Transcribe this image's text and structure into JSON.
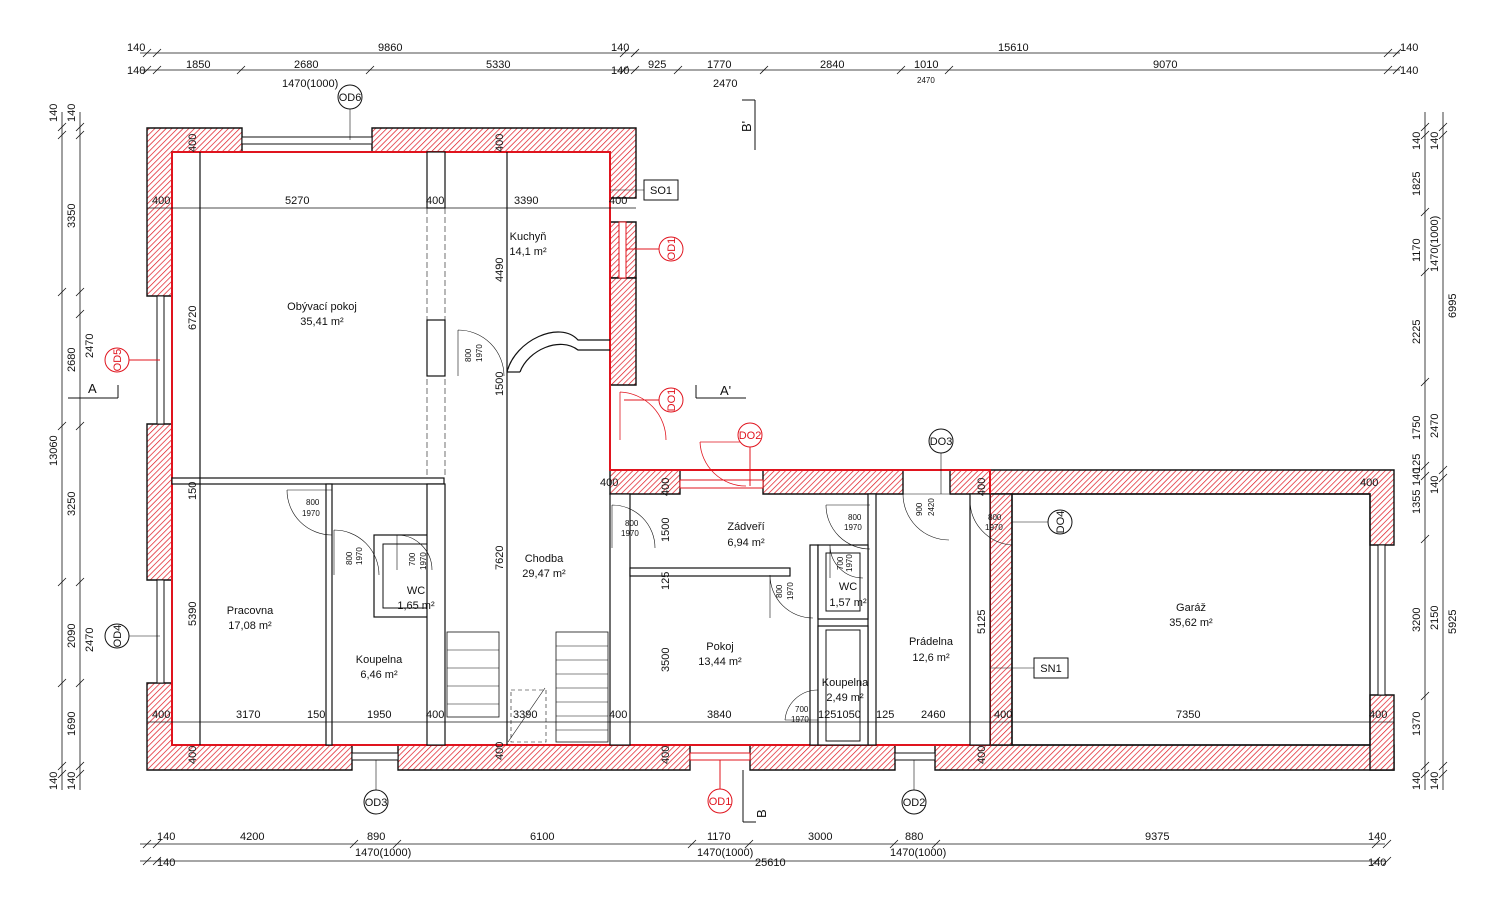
{
  "top_dims": {
    "row1": [
      {
        "t": "140"
      },
      {
        "t": "9860"
      },
      {
        "t": "140"
      },
      {
        "t": "15610"
      },
      {
        "t": "140"
      }
    ],
    "row2": [
      {
        "t": "140"
      },
      {
        "t": "1850"
      },
      {
        "t": "2680"
      },
      {
        "t": "5330"
      },
      {
        "t": "140"
      },
      {
        "t": "925"
      },
      {
        "t": "1770"
      },
      {
        "t": "2840"
      },
      {
        "t": "1010"
      },
      {
        "t": "9070"
      },
      {
        "t": "140"
      }
    ],
    "sub": [
      {
        "t": "1470(1000)"
      },
      {
        "t": "2470"
      },
      {
        "t": "2470"
      }
    ]
  },
  "bottom_dims": {
    "row1": [
      {
        "t": "140"
      },
      {
        "t": "4200"
      },
      {
        "t": "890"
      },
      {
        "t": "6100"
      },
      {
        "t": "1170"
      },
      {
        "t": "3000"
      },
      {
        "t": "880"
      },
      {
        "t": "9375"
      },
      {
        "t": "140"
      }
    ],
    "sub": [
      {
        "t": "1470(1000)"
      },
      {
        "t": "1470(1000)"
      },
      {
        "t": "1470(1000)"
      }
    ],
    "row2": [
      {
        "t": "140"
      },
      {
        "t": "25610"
      },
      {
        "t": "140"
      }
    ]
  },
  "left_dims": [
    {
      "t": "140"
    },
    {
      "t": "140"
    },
    {
      "t": "3350"
    },
    {
      "t": "2680"
    },
    {
      "t": "2470"
    },
    {
      "t": "13060"
    },
    {
      "t": "3250"
    },
    {
      "t": "2090"
    },
    {
      "t": "2470"
    },
    {
      "t": "1690"
    },
    {
      "t": "140"
    },
    {
      "t": "140"
    }
  ],
  "right_dims": [
    {
      "t": "140"
    },
    {
      "t": "140"
    },
    {
      "t": "1825"
    },
    {
      "t": "1170"
    },
    {
      "t": "1470(1000)"
    },
    {
      "t": "6995"
    },
    {
      "t": "2225"
    },
    {
      "t": "1750"
    },
    {
      "t": "2470"
    },
    {
      "t": "125"
    },
    {
      "t": "1355"
    },
    {
      "t": "140"
    },
    {
      "t": "140"
    },
    {
      "t": "3200"
    },
    {
      "t": "2150"
    },
    {
      "t": "5925"
    },
    {
      "t": "1370"
    },
    {
      "t": "140"
    },
    {
      "t": "140"
    }
  ],
  "inner_dims": [
    {
      "t": "400"
    },
    {
      "t": "5270"
    },
    {
      "t": "400"
    },
    {
      "t": "3390"
    },
    {
      "t": "400"
    },
    {
      "t": "400"
    },
    {
      "t": "400"
    },
    {
      "t": "4490"
    },
    {
      "t": "6720"
    },
    {
      "t": "1500"
    },
    {
      "t": "150"
    },
    {
      "t": "7620"
    },
    {
      "t": "5390"
    },
    {
      "t": "400"
    },
    {
      "t": "3170"
    },
    {
      "t": "150"
    },
    {
      "t": "1950"
    },
    {
      "t": "400"
    },
    {
      "t": "3390"
    },
    {
      "t": "400"
    },
    {
      "t": "3840"
    },
    {
      "t": "1251050"
    },
    {
      "t": "125"
    },
    {
      "t": "2460"
    },
    {
      "t": "400"
    },
    {
      "t": "7350"
    },
    {
      "t": "400"
    },
    {
      "t": "400"
    },
    {
      "t": "1500"
    },
    {
      "t": "125"
    },
    {
      "t": "3500"
    },
    {
      "t": "5125"
    },
    {
      "t": "400"
    },
    {
      "t": "400"
    },
    {
      "t": "400"
    },
    {
      "t": "400"
    },
    {
      "t": "400"
    },
    {
      "t": "400"
    },
    {
      "t": "400"
    }
  ],
  "door_labels": [
    {
      "t": "800"
    },
    {
      "t": "1970"
    },
    {
      "t": "800"
    },
    {
      "t": "1970"
    },
    {
      "t": "800"
    },
    {
      "t": "1970"
    },
    {
      "t": "700"
    },
    {
      "t": "1970"
    },
    {
      "t": "800"
    },
    {
      "t": "1970"
    },
    {
      "t": "800"
    },
    {
      "t": "1970"
    },
    {
      "t": "800"
    },
    {
      "t": "1970"
    },
    {
      "t": "700"
    },
    {
      "t": "1970"
    },
    {
      "t": "900"
    },
    {
      "t": "2420"
    },
    {
      "t": "800"
    },
    {
      "t": "1970"
    },
    {
      "t": "700"
    },
    {
      "t": "1970"
    },
    {
      "t": "800"
    },
    {
      "t": "1970"
    },
    {
      "t": "700"
    },
    {
      "t": "1970"
    }
  ],
  "rooms": [
    {
      "name": "Obývací pokoj",
      "area": "35,41 m²"
    },
    {
      "name": "Kuchyň",
      "area": "14,1 m²"
    },
    {
      "name": "Chodba",
      "area": "29,47 m²"
    },
    {
      "name": "Pracovna",
      "area": "17,08 m²"
    },
    {
      "name": "Koupelna",
      "area": "6,46 m²"
    },
    {
      "name": "WC",
      "area": "1,65 m²"
    },
    {
      "name": "Zádveří",
      "area": "6,94 m²"
    },
    {
      "name": "Pokoj",
      "area": "13,44 m²"
    },
    {
      "name": "WC",
      "area": "1,57 m²"
    },
    {
      "name": "Koupelna",
      "area": "2,49 m²"
    },
    {
      "name": "Prádelna",
      "area": "12,6 m²"
    },
    {
      "name": "Garáž",
      "area": "35,62 m²"
    }
  ],
  "tags": {
    "circles": [
      {
        "t": "OD6"
      },
      {
        "t": "OD5"
      },
      {
        "t": "OD4"
      },
      {
        "t": "OD3"
      },
      {
        "t": "OD1"
      },
      {
        "t": "OD2"
      },
      {
        "t": "OD1"
      },
      {
        "t": "DO1"
      },
      {
        "t": "DO2"
      },
      {
        "t": "DO3"
      },
      {
        "t": "DO4"
      }
    ],
    "boxes": [
      {
        "t": "SO1"
      },
      {
        "t": "SN1"
      }
    ]
  },
  "sections": [
    {
      "t": "A"
    },
    {
      "t": "A'"
    },
    {
      "t": "B'"
    },
    {
      "t": "B"
    }
  ],
  "colors": {
    "accent_red": "#e0141e",
    "line": "#111111",
    "hatch": "#e0141e"
  }
}
